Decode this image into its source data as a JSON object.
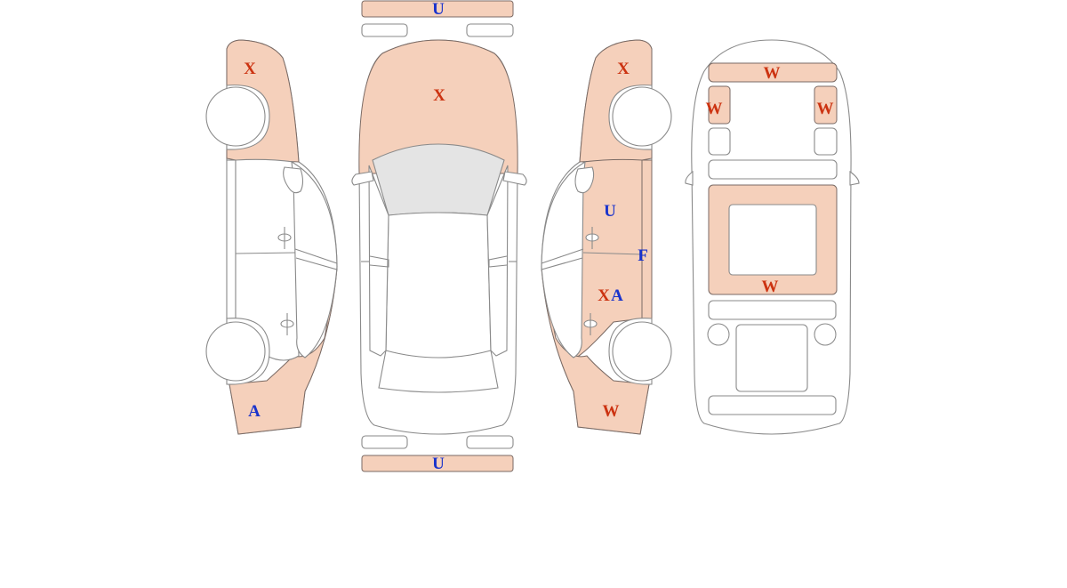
{
  "colors": {
    "damaged_panel": "#f5d0bb",
    "code_red": "#cc3311",
    "code_blue": "#1a33cc"
  },
  "marks": {
    "top_rear_bumper": {
      "code": "U",
      "color": "blue"
    },
    "left_front_fender": {
      "code": "X",
      "color": "red"
    },
    "hood": {
      "code": "X",
      "color": "red"
    },
    "right_front_fender": {
      "code": "X",
      "color": "red"
    },
    "roof_front_glass": {
      "code": "W",
      "color": "red"
    },
    "roof_left_pillar": {
      "code": "W",
      "color": "red"
    },
    "roof_right_pillar": {
      "code": "W",
      "color": "red"
    },
    "right_front_door": {
      "code": "U",
      "color": "blue"
    },
    "right_rocker": {
      "code": "F",
      "color": "blue"
    },
    "right_rear_door_x": {
      "code": "X",
      "color": "red"
    },
    "right_rear_door_a": {
      "code": "A",
      "color": "blue"
    },
    "roof_panel": {
      "code": "W",
      "color": "red"
    },
    "left_rear_fender": {
      "code": "A",
      "color": "blue"
    },
    "right_rear_fender": {
      "code": "W",
      "color": "red"
    },
    "front_bumper": {
      "code": "U",
      "color": "blue"
    }
  }
}
